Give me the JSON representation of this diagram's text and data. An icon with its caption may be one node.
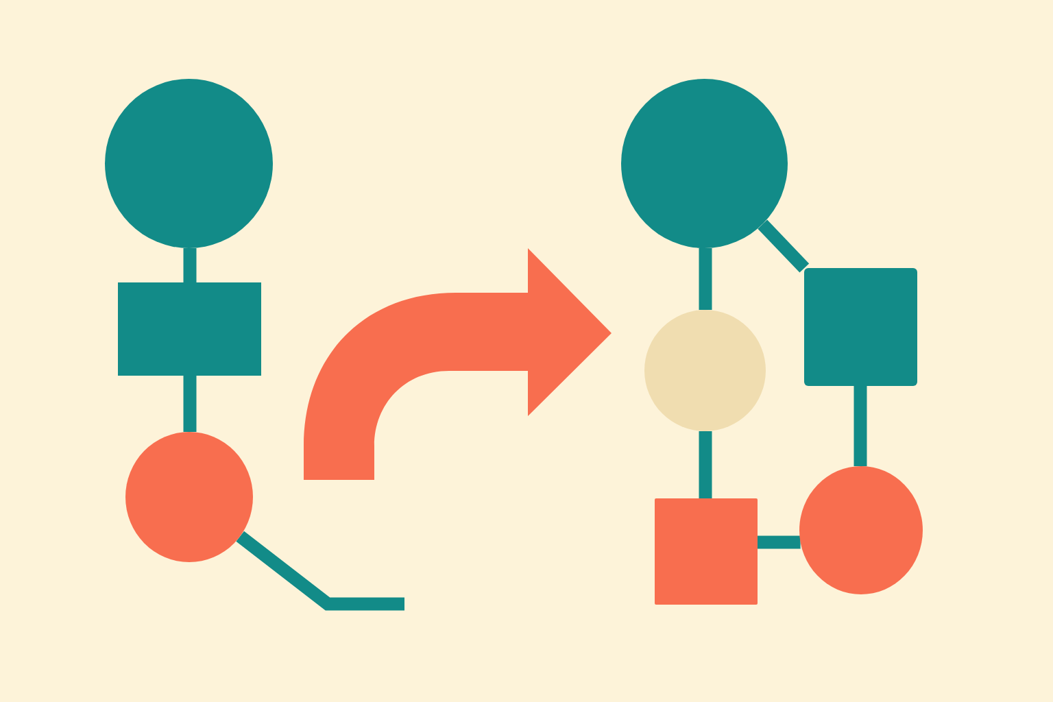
{
  "diagram": {
    "nodes": [
      {
        "text": [],
        "shape": "circle"
      },
      {
        "text": [],
        "shape": "box"
      },
      {
        "text": [],
        "shape": "circle"
      },
      {
        "text": [],
        "shape": "circle"
      },
      {
        "text": [],
        "shape": "circle"
      },
      {
        "text": [],
        "shape": "box"
      },
      {
        "text": [],
        "shape": "box"
      },
      {
        "text": [],
        "shape": "circle"
      }
    ],
    "edges": [
      {
        "from": 0,
        "to": 1,
        "arrow": "none"
      },
      {
        "from": 1,
        "to": 2,
        "arrow": "none"
      },
      {
        "from": 2,
        "to": null,
        "arrow": "none"
      },
      {
        "from": 3,
        "to": 4,
        "arrow": "none"
      },
      {
        "from": 3,
        "to": 5,
        "arrow": "none"
      },
      {
        "from": 4,
        "to": 6,
        "arrow": "none"
      },
      {
        "from": 5,
        "to": 7,
        "arrow": "none"
      },
      {
        "from": 6,
        "to": 7,
        "arrow": "none"
      }
    ]
  }
}
